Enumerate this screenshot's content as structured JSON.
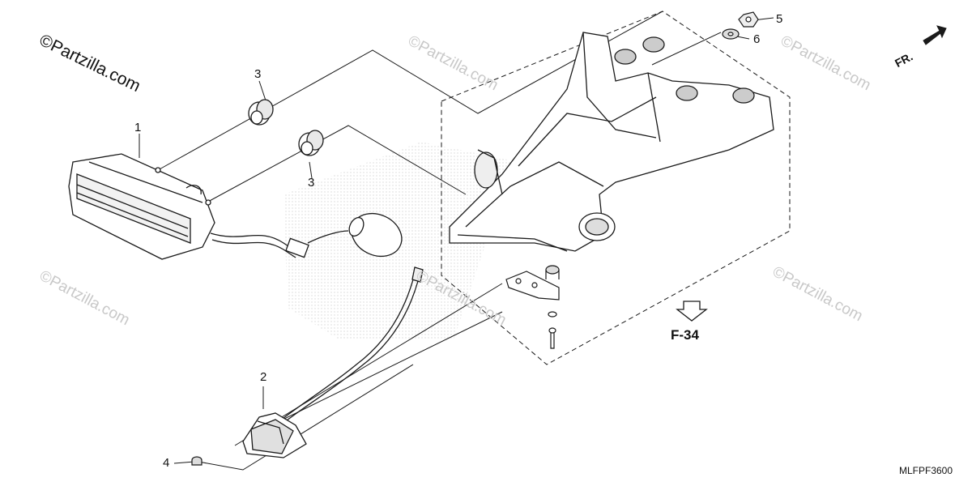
{
  "copyright": "©Partzilla.com",
  "watermark": "©Partzilla.com",
  "callouts": {
    "c1": "1",
    "c2": "2",
    "c3a": "3",
    "c3b": "3",
    "c4": "4",
    "c5": "5",
    "c6": "6"
  },
  "direction_label": "FR.",
  "reference_label": "F-34",
  "diagram_code": "MLFPF3600",
  "colors": {
    "line": "#1a1a1a",
    "fill": "#ffffff",
    "shade": "#e8e8e8",
    "watermark": "#c8c8c8"
  }
}
